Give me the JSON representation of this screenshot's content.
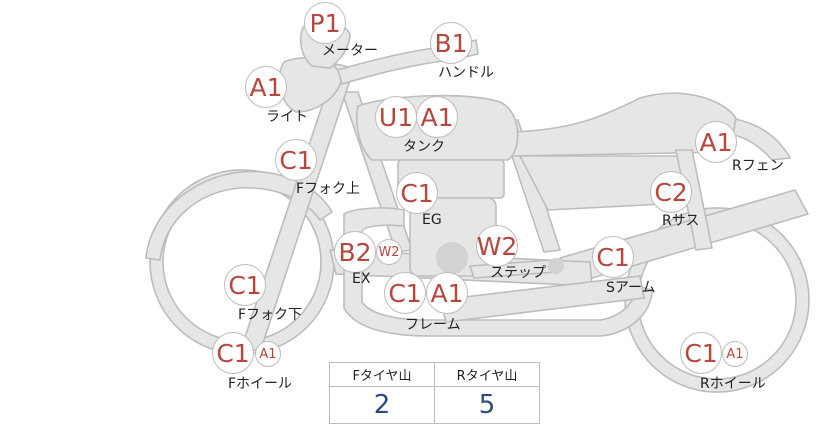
{
  "parts": [
    {
      "id": "meter",
      "label": "メーター",
      "grades": [
        "P1"
      ]
    },
    {
      "id": "handle",
      "label": "ハンドル",
      "grades": [
        "B1"
      ]
    },
    {
      "id": "light",
      "label": "ライト",
      "grades": [
        "A1"
      ]
    },
    {
      "id": "tank",
      "label": "タンク",
      "grades": [
        "U1",
        "A1"
      ]
    },
    {
      "id": "rfender",
      "label": "Rフェン",
      "grades": [
        "A1"
      ]
    },
    {
      "id": "ffork-upper",
      "label": "Fフォク上",
      "grades": [
        "C1"
      ]
    },
    {
      "id": "engine",
      "label": "EG",
      "grades": [
        "C1"
      ]
    },
    {
      "id": "rsus",
      "label": "Rサス",
      "grades": [
        "C2"
      ]
    },
    {
      "id": "exhaust",
      "label": "EX",
      "grades": [
        "B2",
        "W2"
      ]
    },
    {
      "id": "step",
      "label": "ステップ",
      "grades": [
        "W2"
      ]
    },
    {
      "id": "swingarm",
      "label": "Sアーム",
      "grades": [
        "C1"
      ]
    },
    {
      "id": "ffork-lower",
      "label": "Fフォク下",
      "grades": [
        "C1"
      ]
    },
    {
      "id": "frame",
      "label": "フレーム",
      "grades": [
        "C1",
        "A1"
      ]
    },
    {
      "id": "fwheel",
      "label": "Fホイール",
      "grades": [
        "C1",
        "A1"
      ]
    },
    {
      "id": "rwheel",
      "label": "Rホイール",
      "grades": [
        "C1",
        "A1"
      ]
    }
  ],
  "tire_table": {
    "headers": [
      "Fタイヤ山",
      "Rタイヤ山"
    ],
    "values": [
      "2",
      "5"
    ]
  },
  "colors": {
    "body_fill": "#e6e6e4",
    "body_stroke": "#bdbdbd",
    "grade_text": "#b5473f",
    "value_text": "#2f4b7c"
  }
}
